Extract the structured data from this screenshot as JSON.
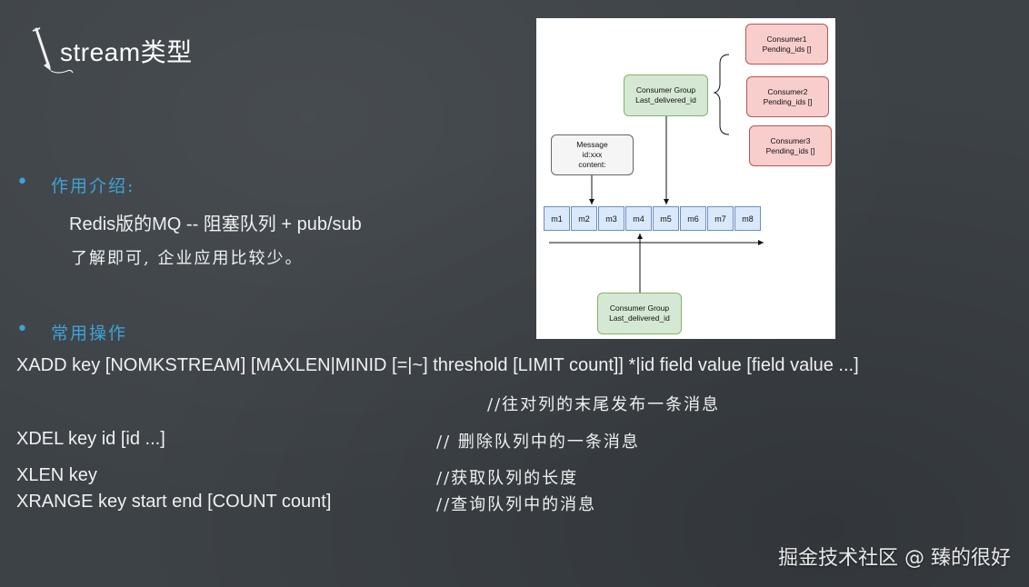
{
  "slide": {
    "title": "stream类型",
    "section1": {
      "label": "作用介绍:",
      "line1": "Redis版的MQ -- 阻塞队列 + pub/sub",
      "line2": "了解即可, 企业应用比较少。"
    },
    "section2": {
      "label": "常用操作"
    },
    "commands": {
      "xadd": "XADD key [NOMKSTREAM] [MAXLEN|MINID [=|~] threshold [LIMIT count]] *|id field value [field value ...]",
      "xadd_comment": "//往对列的末尾发布一条消息",
      "xdel": "XDEL key id [id ...]",
      "xdel_comment": "// 删除队列中的一条消息",
      "xlen": "XLEN key",
      "xlen_comment": "//获取队列的长度",
      "xrange": "XRANGE key start end [COUNT count]",
      "xrange_comment": "//查询队列中的消息"
    },
    "watermark": "掘金技术社区 @ 臻的很好"
  },
  "diagram": {
    "consumers": [
      {
        "name": "Consumer1",
        "pending": "Pending_ids []"
      },
      {
        "name": "Consumer2",
        "pending": "Pending_ids []"
      },
      {
        "name": "Consumer3",
        "pending": "Pending_ids []"
      }
    ],
    "group_top": {
      "name": "Consumer Group",
      "field": "Last_delivered_id"
    },
    "group_bottom": {
      "name": "Consumer Group",
      "field": "Last_delivered_id"
    },
    "message": {
      "title": "Message",
      "id": "id:xxx",
      "content": "content:"
    },
    "cells": [
      "m1",
      "m2",
      "m3",
      "m4",
      "m5",
      "m6",
      "m7",
      "m8"
    ]
  },
  "colors": {
    "background": "#3d4247",
    "accent": "#3ea3d6",
    "consumer_fill": "#f8cecc",
    "group_fill": "#d5e8d4",
    "cell_fill": "#dae8fc"
  }
}
